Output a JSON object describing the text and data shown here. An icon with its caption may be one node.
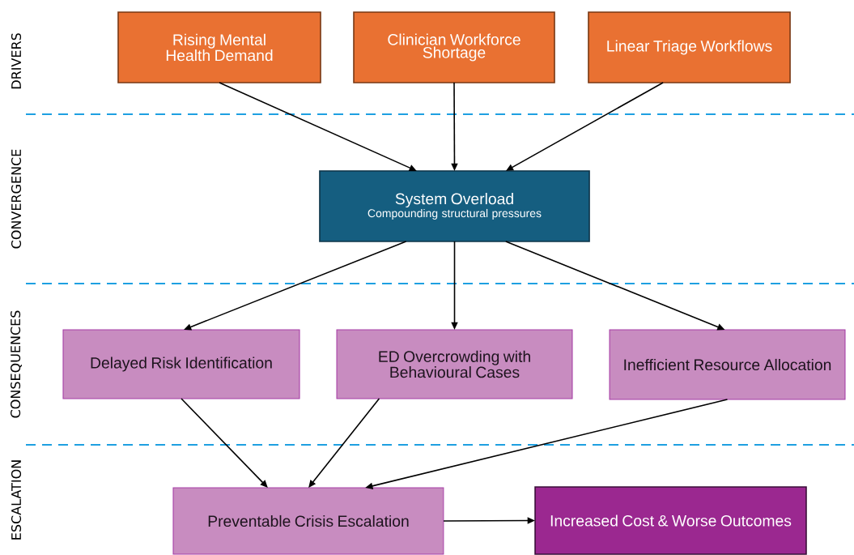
{
  "diagram": {
    "nodes": [
      {
        "text": [
          "Rising Mental Health Demand"
        ]
      },
      {
        "text": [
          "Clinician Workforce Shortage"
        ]
      },
      {
        "text": [
          "Linear Triage Workflows"
        ]
      },
      {
        "text": [
          "System Overload",
          "Compounding structural pressures"
        ]
      },
      {
        "text": [
          "Delayed Risk Identification"
        ]
      },
      {
        "text": [
          "ED Overcrowding with Behavioural Cases"
        ]
      },
      {
        "text": [
          "Inefficient Resource Allocation"
        ]
      },
      {
        "text": [
          "Preventable Crisis Escalation"
        ]
      },
      {
        "text": [
          "Increased Cost & Worse Outcomes"
        ]
      }
    ],
    "edges": [
      {
        "from": 0,
        "to": 3,
        "arrow": "to"
      },
      {
        "from": 1,
        "to": 3,
        "arrow": "to"
      },
      {
        "from": 2,
        "to": 3,
        "arrow": "to"
      },
      {
        "from": 3,
        "to": 4,
        "arrow": "to"
      },
      {
        "from": 3,
        "to": 5,
        "arrow": "to"
      },
      {
        "from": 3,
        "to": 6,
        "arrow": "to"
      },
      {
        "from": 4,
        "to": 7,
        "arrow": "to"
      },
      {
        "from": 5,
        "to": 7,
        "arrow": "to"
      },
      {
        "from": 6,
        "to": 7,
        "arrow": "to"
      },
      {
        "from": 7,
        "to": 8,
        "arrow": "to"
      }
    ],
    "labels": [
      "DRIVERS",
      "CONVERGENCE",
      "CONSEQUENCES",
      "ESCALATION"
    ]
  }
}
